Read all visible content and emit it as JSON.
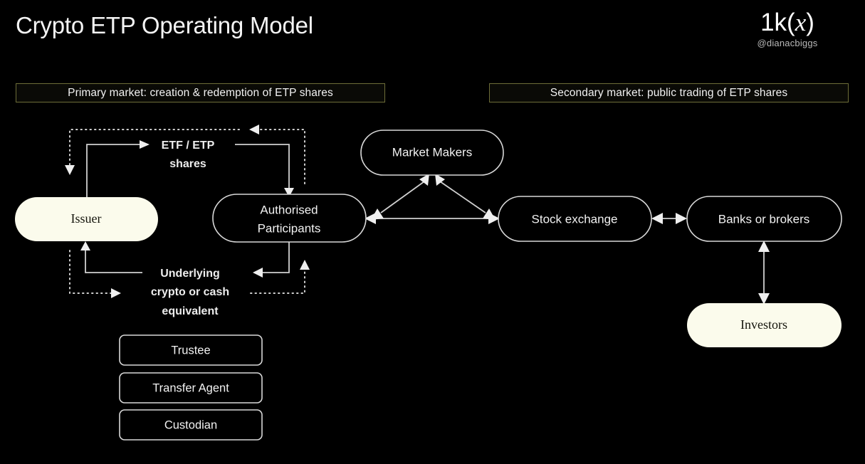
{
  "header": {
    "title": "Crypto ETP Operating Model",
    "brand_logo_prefix": "1k(",
    "brand_logo_italic": "x",
    "brand_logo_suffix": ")",
    "handle": "@dianacbiggs"
  },
  "banners": {
    "primary": "Primary market: creation & redemption of ETP shares",
    "secondary": "Secondary market: public trading of ETP shares"
  },
  "nodes": {
    "issuer": "Issuer",
    "authorised_participants_line1": "Authorised",
    "authorised_participants_line2": "Participants",
    "market_makers": "Market Makers",
    "stock_exchange": "Stock exchange",
    "banks_or_brokers": "Banks or brokers",
    "investors": "Investors"
  },
  "service_boxes": [
    {
      "label": "Trustee"
    },
    {
      "label": "Transfer Agent"
    },
    {
      "label": "Custodian"
    }
  ],
  "flow_labels": {
    "etp_shares_line1": "ETF / ETP",
    "etp_shares_line2": "shares",
    "underlying_line1": "Underlying",
    "underlying_line2": "crypto or cash",
    "underlying_line3": "equivalent"
  },
  "colors": {
    "background": "#000000",
    "banner_border": "#6d6d38",
    "node_stroke": "#d8d8d8",
    "node_fill_highlight": "#fbfbec",
    "text_primary": "#f2f2f2",
    "edge": "#d0d0d0"
  },
  "diagram_meta": {
    "type": "flow-diagram",
    "edges": [
      {
        "from": "Issuer",
        "to": "Authorised Participants",
        "style": "solid",
        "label": "ETF / ETP shares"
      },
      {
        "from": "Authorised Participants",
        "to": "Issuer",
        "style": "dotted",
        "label": "ETF / ETP shares"
      },
      {
        "from": "Authorised Participants",
        "to": "Issuer",
        "style": "solid",
        "label": "Underlying crypto or cash equivalent"
      },
      {
        "from": "Issuer",
        "to": "Authorised Participants",
        "style": "dotted",
        "label": "Underlying crypto or cash equivalent"
      },
      {
        "from": "Authorised Participants",
        "to": "Market Makers",
        "style": "solid",
        "arrows": "both"
      },
      {
        "from": "Market Makers",
        "to": "Stock exchange",
        "style": "solid",
        "arrows": "both"
      },
      {
        "from": "Authorised Participants",
        "to": "Stock exchange",
        "style": "solid",
        "arrows": "both"
      },
      {
        "from": "Stock exchange",
        "to": "Banks or brokers",
        "style": "solid",
        "arrows": "both"
      },
      {
        "from": "Banks or brokers",
        "to": "Investors",
        "style": "solid",
        "arrows": "both"
      }
    ]
  }
}
